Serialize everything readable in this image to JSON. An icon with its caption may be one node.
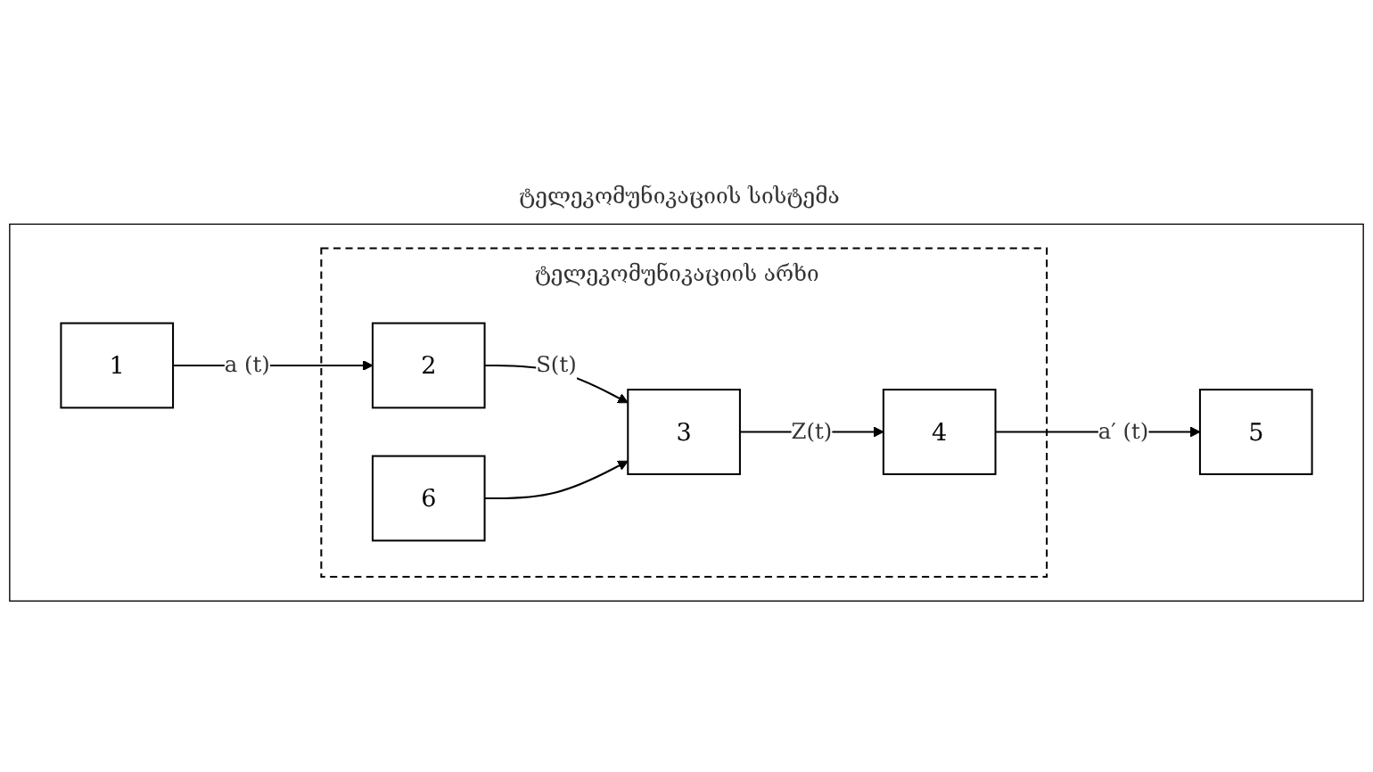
{
  "diagram": {
    "nodes": [
      {
        "text": [
          "ტელეკომუნიკაციის სისტემა"
        ]
      },
      {
        "text": [
          "1"
        ],
        "in": 0
      },
      {
        "text": [
          "ტელეკომუნიკაციის არხი"
        ],
        "in": 0
      },
      {
        "text": [
          "2"
        ],
        "in": 2
      },
      {
        "text": [
          "3"
        ],
        "in": 2
      },
      {
        "text": [
          "4"
        ],
        "in": 2
      },
      {
        "text": [
          "5"
        ],
        "in": 0
      },
      {
        "text": [
          "6"
        ],
        "in": 2
      }
    ],
    "edges": [
      {
        "from": 1,
        "to": 3,
        "arrow": "to",
        "label": "a (t)"
      },
      {
        "from": 3,
        "to": 4,
        "arrow": "to",
        "label": "S(t)"
      },
      {
        "from": 4,
        "to": 5,
        "arrow": "to",
        "label": "Z(t)"
      },
      {
        "from": 5,
        "to": 6,
        "arrow": "to",
        "label": "a′ (t)"
      },
      {
        "from": 7,
        "to": 4,
        "arrow": "to"
      }
    ]
  }
}
